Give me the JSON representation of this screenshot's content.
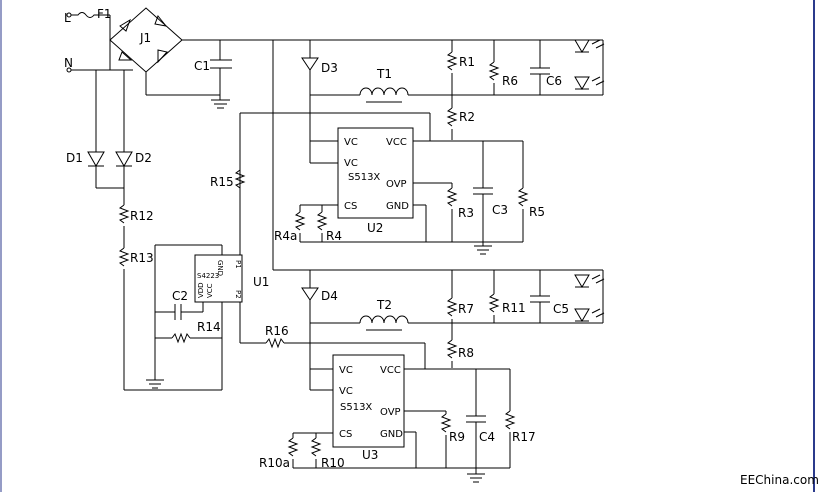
{
  "diagram": {
    "colors": {
      "wire": "#000000",
      "background": "#ffffff",
      "frame": "#2b3a8c"
    },
    "inputs": {
      "line": "L",
      "neutral": "N"
    },
    "labels": {
      "F1": "F1",
      "J1": "J1",
      "C1": "C1",
      "D1": "D1",
      "D2": "D2",
      "R12": "R12",
      "R13": "R13",
      "R15": "R15",
      "R16": "R16",
      "C2": "C2",
      "R14": "R14",
      "U1": "U1",
      "D3": "D3",
      "T1": "T1",
      "R1": "R1",
      "R2": "R2",
      "R6": "R6",
      "C6": "C6",
      "R3": "R3",
      "C3": "C3",
      "R5": "R5",
      "R4": "R4",
      "R4a": "R4a",
      "U2": "U2",
      "D4": "D4",
      "T2": "T2",
      "R7": "R7",
      "R8": "R8",
      "R11": "R11",
      "C5": "C5",
      "R9": "R9",
      "C4": "C4",
      "R17": "R17",
      "R10": "R10",
      "R10a": "R10a",
      "U3": "U3"
    },
    "u1_pins": {
      "gnd": "GND",
      "p1": "P1",
      "part": "S4223",
      "vdd": "VDD",
      "vcc": "VCC",
      "p2": "P2"
    },
    "u2_pins": {
      "vc1": "VC",
      "vc2": "VC",
      "vcc": "VCC",
      "part": "S513X",
      "ovp": "OVP",
      "cs": "CS",
      "gnd": "GND"
    },
    "u3_pins": {
      "vc1": "VC",
      "vc2": "VC",
      "vcc": "VCC",
      "part": "S513X",
      "ovp": "OVP",
      "cs": "CS",
      "gnd": "GND"
    },
    "watermark": "EEChina.com"
  }
}
